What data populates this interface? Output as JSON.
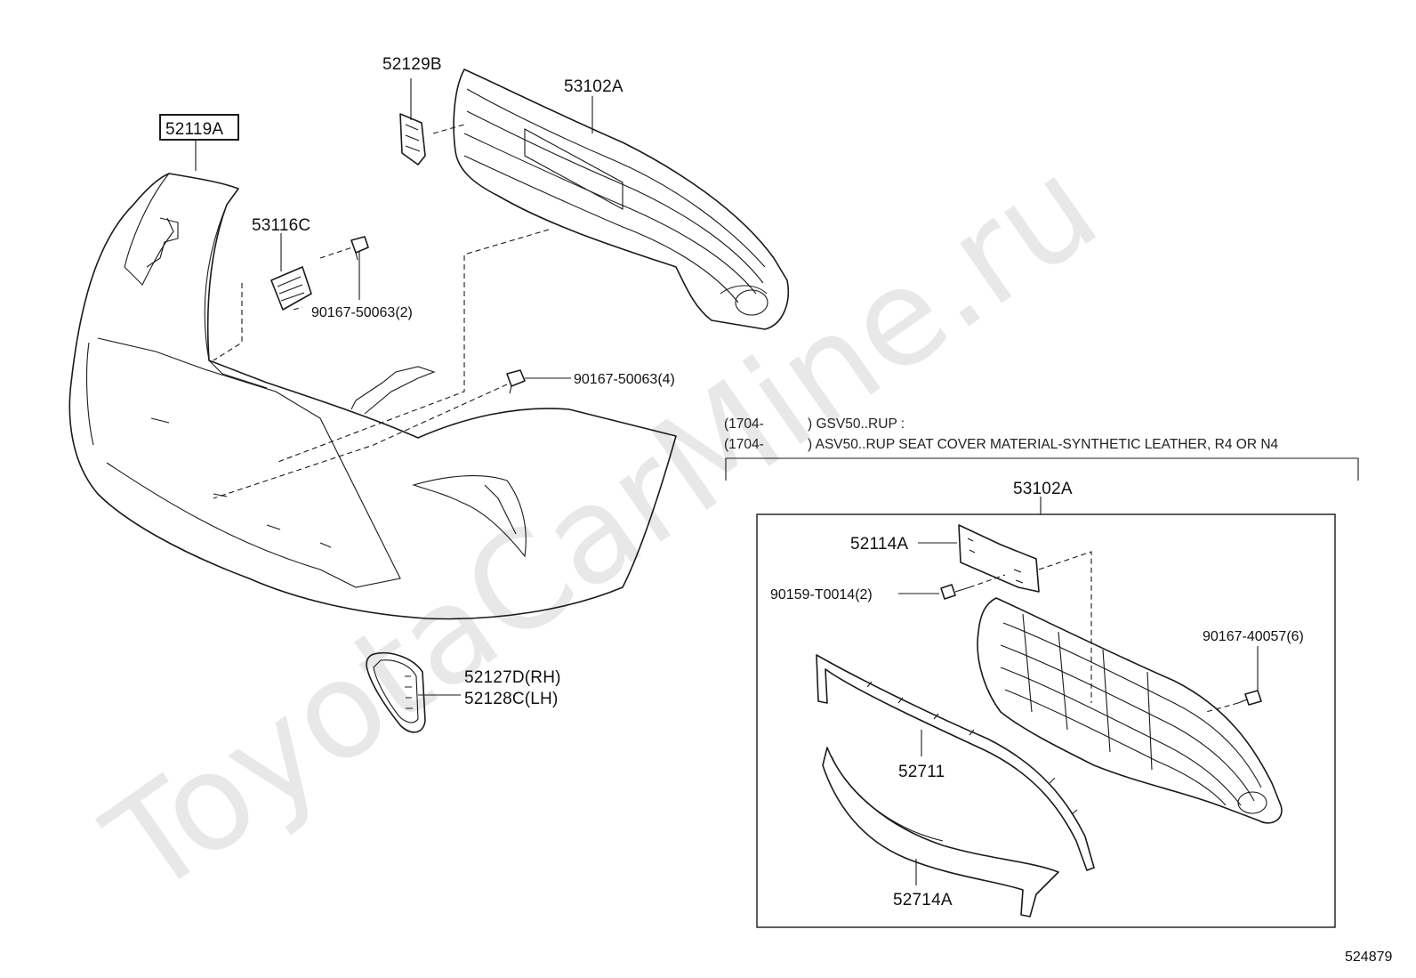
{
  "watermark": "ToyotaCarMine.ru",
  "diagram_id": "524879",
  "labels": {
    "bumper_cover": "52119A",
    "retainer_52129B": "52129B",
    "grille_top": "53102A",
    "bracket": "53116C",
    "screw_upper": "90167-50063(2)",
    "screw_mid": "90167-50063(4)",
    "lamp_cover_rh": "52127D(RH)",
    "lamp_cover_lh": "52128C(LH)",
    "grille_box": "53102A",
    "plate_bracket": "52114A",
    "bolt": "90159-T0014(2)",
    "screw_box": "90167-40057(6)",
    "moulding": "52711",
    "moulding_lower": "52714A"
  },
  "notes": {
    "line1_code": "(1704-",
    "line1_text": ") GSV50..RUP :",
    "line2_code": "(1704-",
    "line2_text": ") ASV50..RUP  SEAT COVER MATERIAL-SYNTHETIC LEATHER, R4 OR N4"
  }
}
